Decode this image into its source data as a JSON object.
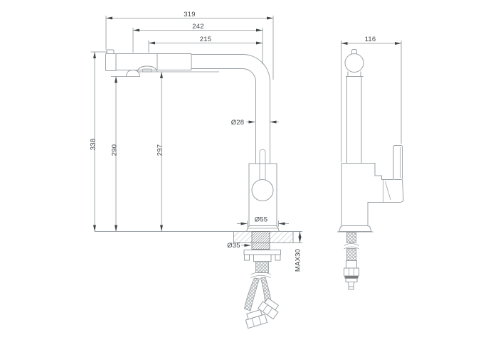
{
  "drawing": {
    "type": "kitchen-faucet-installation-drawing",
    "dimensions": {
      "spout_reach_overall": "319",
      "spout_reach_middle": "242",
      "spout_reach_inner": "215",
      "height_overall": "338",
      "height_filter_outlet": "290",
      "height_main_outlet": "297",
      "spout_tube_diameter": "Ø28",
      "base_diameter": "Ø55",
      "mounting_hole_diameter": "Ø35",
      "max_counter_thickness": "MAX30",
      "side_depth": "116"
    }
  }
}
